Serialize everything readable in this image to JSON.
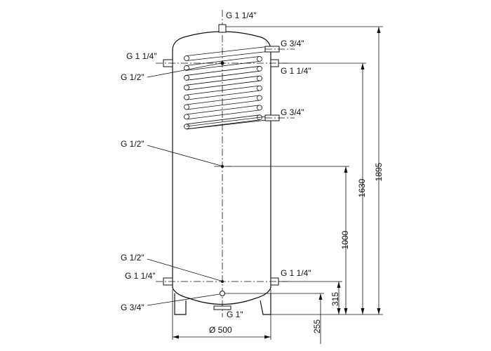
{
  "connections": {
    "top_outlet": "G 1 1/4\"",
    "coil_top_right": "G 3/4\"",
    "upper_left": "G 1 1/4\"",
    "upper_sensor": "G 1/2\"",
    "upper_right": "G 1 1/4\"",
    "coil_bottom_right": "G 3/4\"",
    "middle_sensor": "G 1/2\"",
    "lower_sensor": "G 1/2\"",
    "lower_left": "G 1 1/4\"",
    "lower_right": "G 1 1/4\"",
    "bottom_drain_side": "G 3/4\"",
    "bottom_drain": "G 1\""
  },
  "dimensions": {
    "total_height": "1895",
    "upper_connection_height": "1630",
    "middle_sensor_height": "1000",
    "lower_connection_height": "315",
    "drain_height": "255",
    "diameter": "Ø  500"
  }
}
